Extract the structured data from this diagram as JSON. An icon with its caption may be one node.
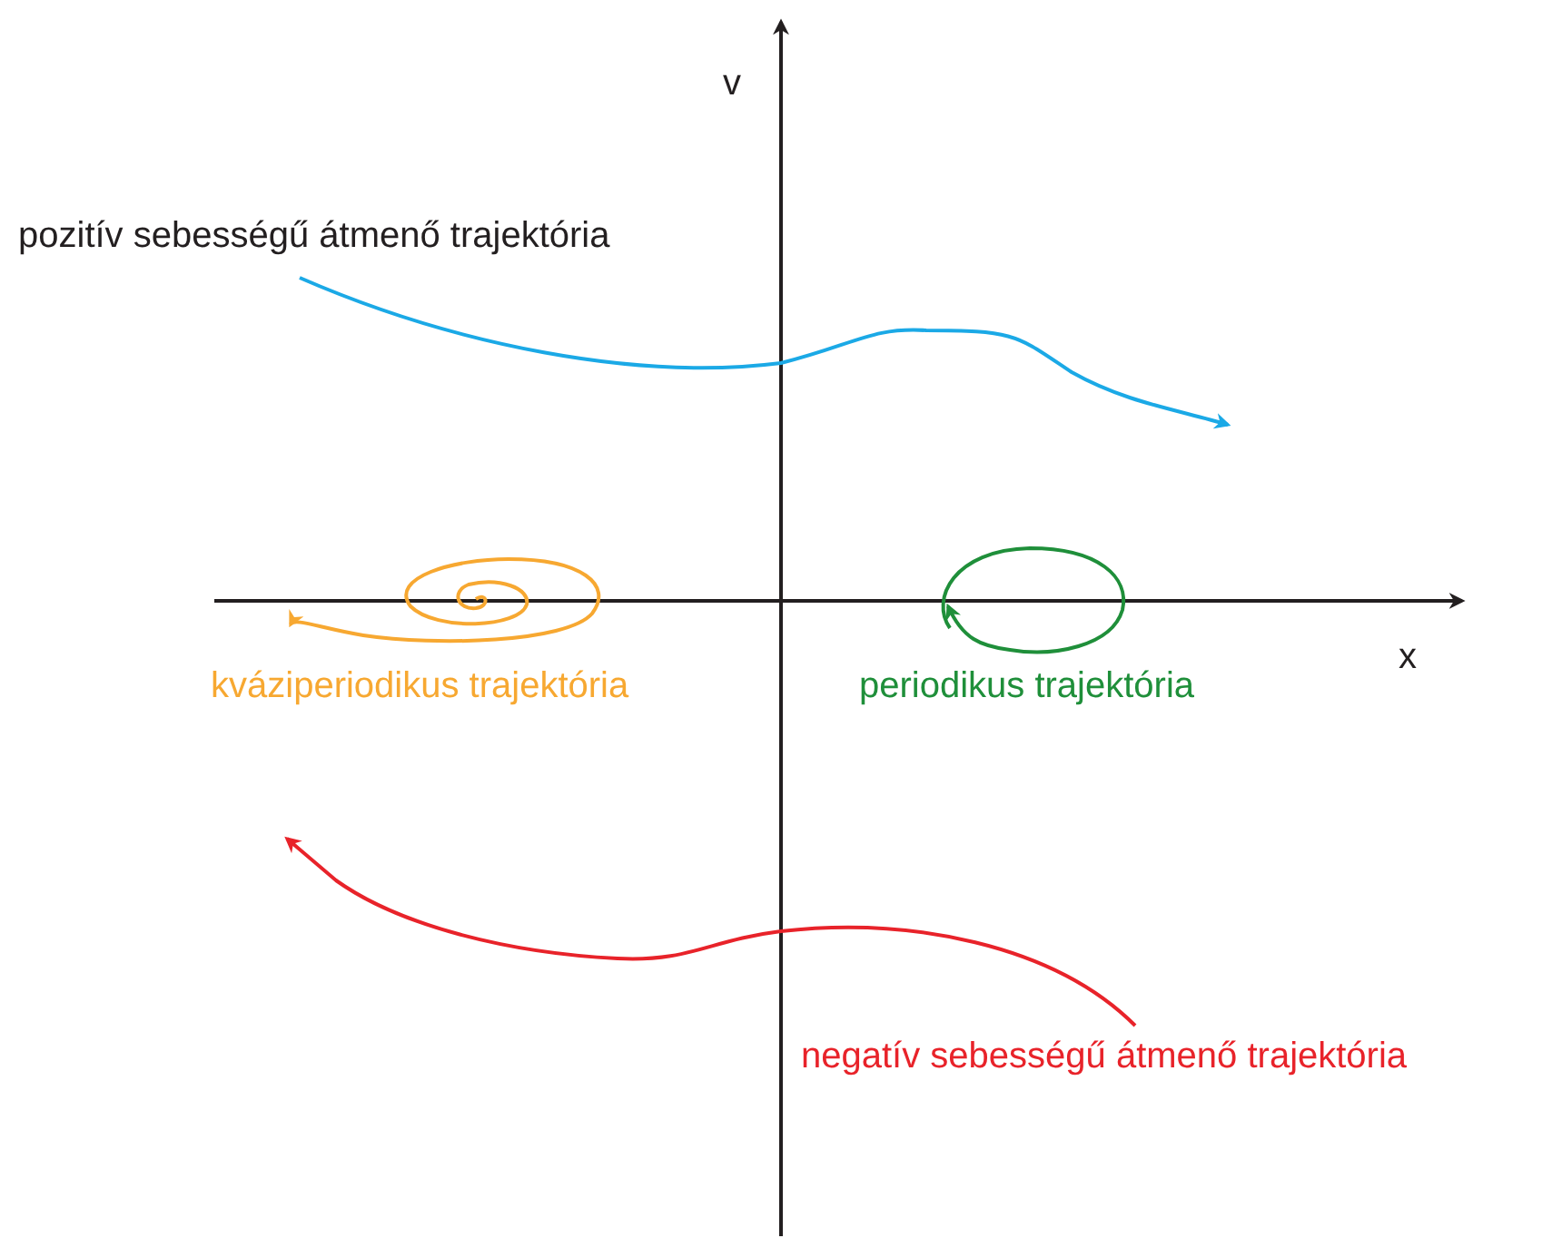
{
  "diagram": {
    "labels": [
      "v",
      "pozitív sebességű átmenő trajektória",
      "x",
      "kváziperiodikus trajektória",
      "periodikus trajektória",
      "negatív sebességű átmenő trajektória"
    ]
  }
}
